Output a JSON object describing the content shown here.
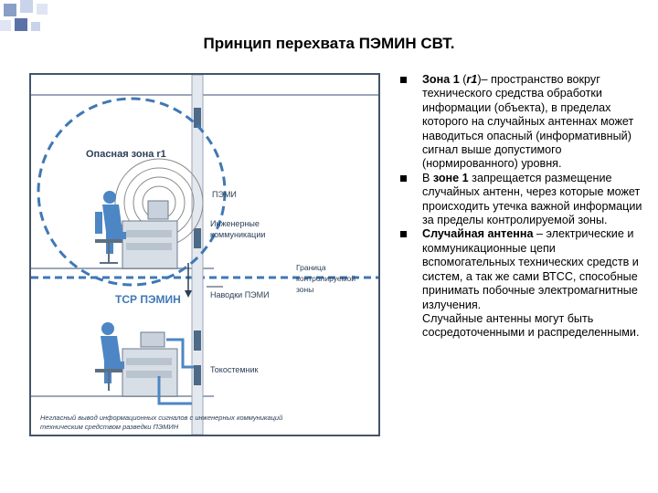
{
  "title": "Принцип перехвата ПЭМИН СВТ.",
  "diagram": {
    "zone_label": "Опасная зона r1",
    "pemi_label": "ПЭМИ",
    "eng_comm_label_1": "Инженерные",
    "eng_comm_label_2": "коммуникации",
    "tsr_label": "ТСР ПЭМИН",
    "naved_label": "Наводки ПЭМИ",
    "border_label_1": "Граница",
    "border_label_2": "контролируемой",
    "border_label_3": "зоны",
    "leak_label": "Токостемник",
    "caption_1": "Негласный вывод информационных сигналов с инженерных коммуникаций",
    "caption_2": "техническим средством разведки ПЭМИН"
  },
  "bullets": [
    {
      "bold": "Зона 1",
      "after_bold": " (",
      "italic": "r1",
      "rest": ")– пространство вокруг технического средства обработки информации (объекта), в пределах которого на случайных антеннах может наводиться опасный (информативный) сигнал выше допустимого (нормированного) уровня."
    },
    {
      "pre": "В ",
      "bold": "зоне 1",
      "rest": " запрещается размещение случайных антенн, через которые может происходить утечка важной информации за пределы контролируемой зоны."
    },
    {
      "bold": "Случайная антенна",
      "rest": " – электрические и коммуникационные цепи вспомогательных технических средств и систем, а так же сами ВТСС, способные принимать побочные электромагнитные излучения."
    }
  ],
  "trailing_text": "Случайные антенны могут быть сосредоточенными и распределенными.",
  "colors": {
    "zone_blue": "#3f78b5",
    "figure_blue": "#4d86c4",
    "frame": "#44546a"
  }
}
